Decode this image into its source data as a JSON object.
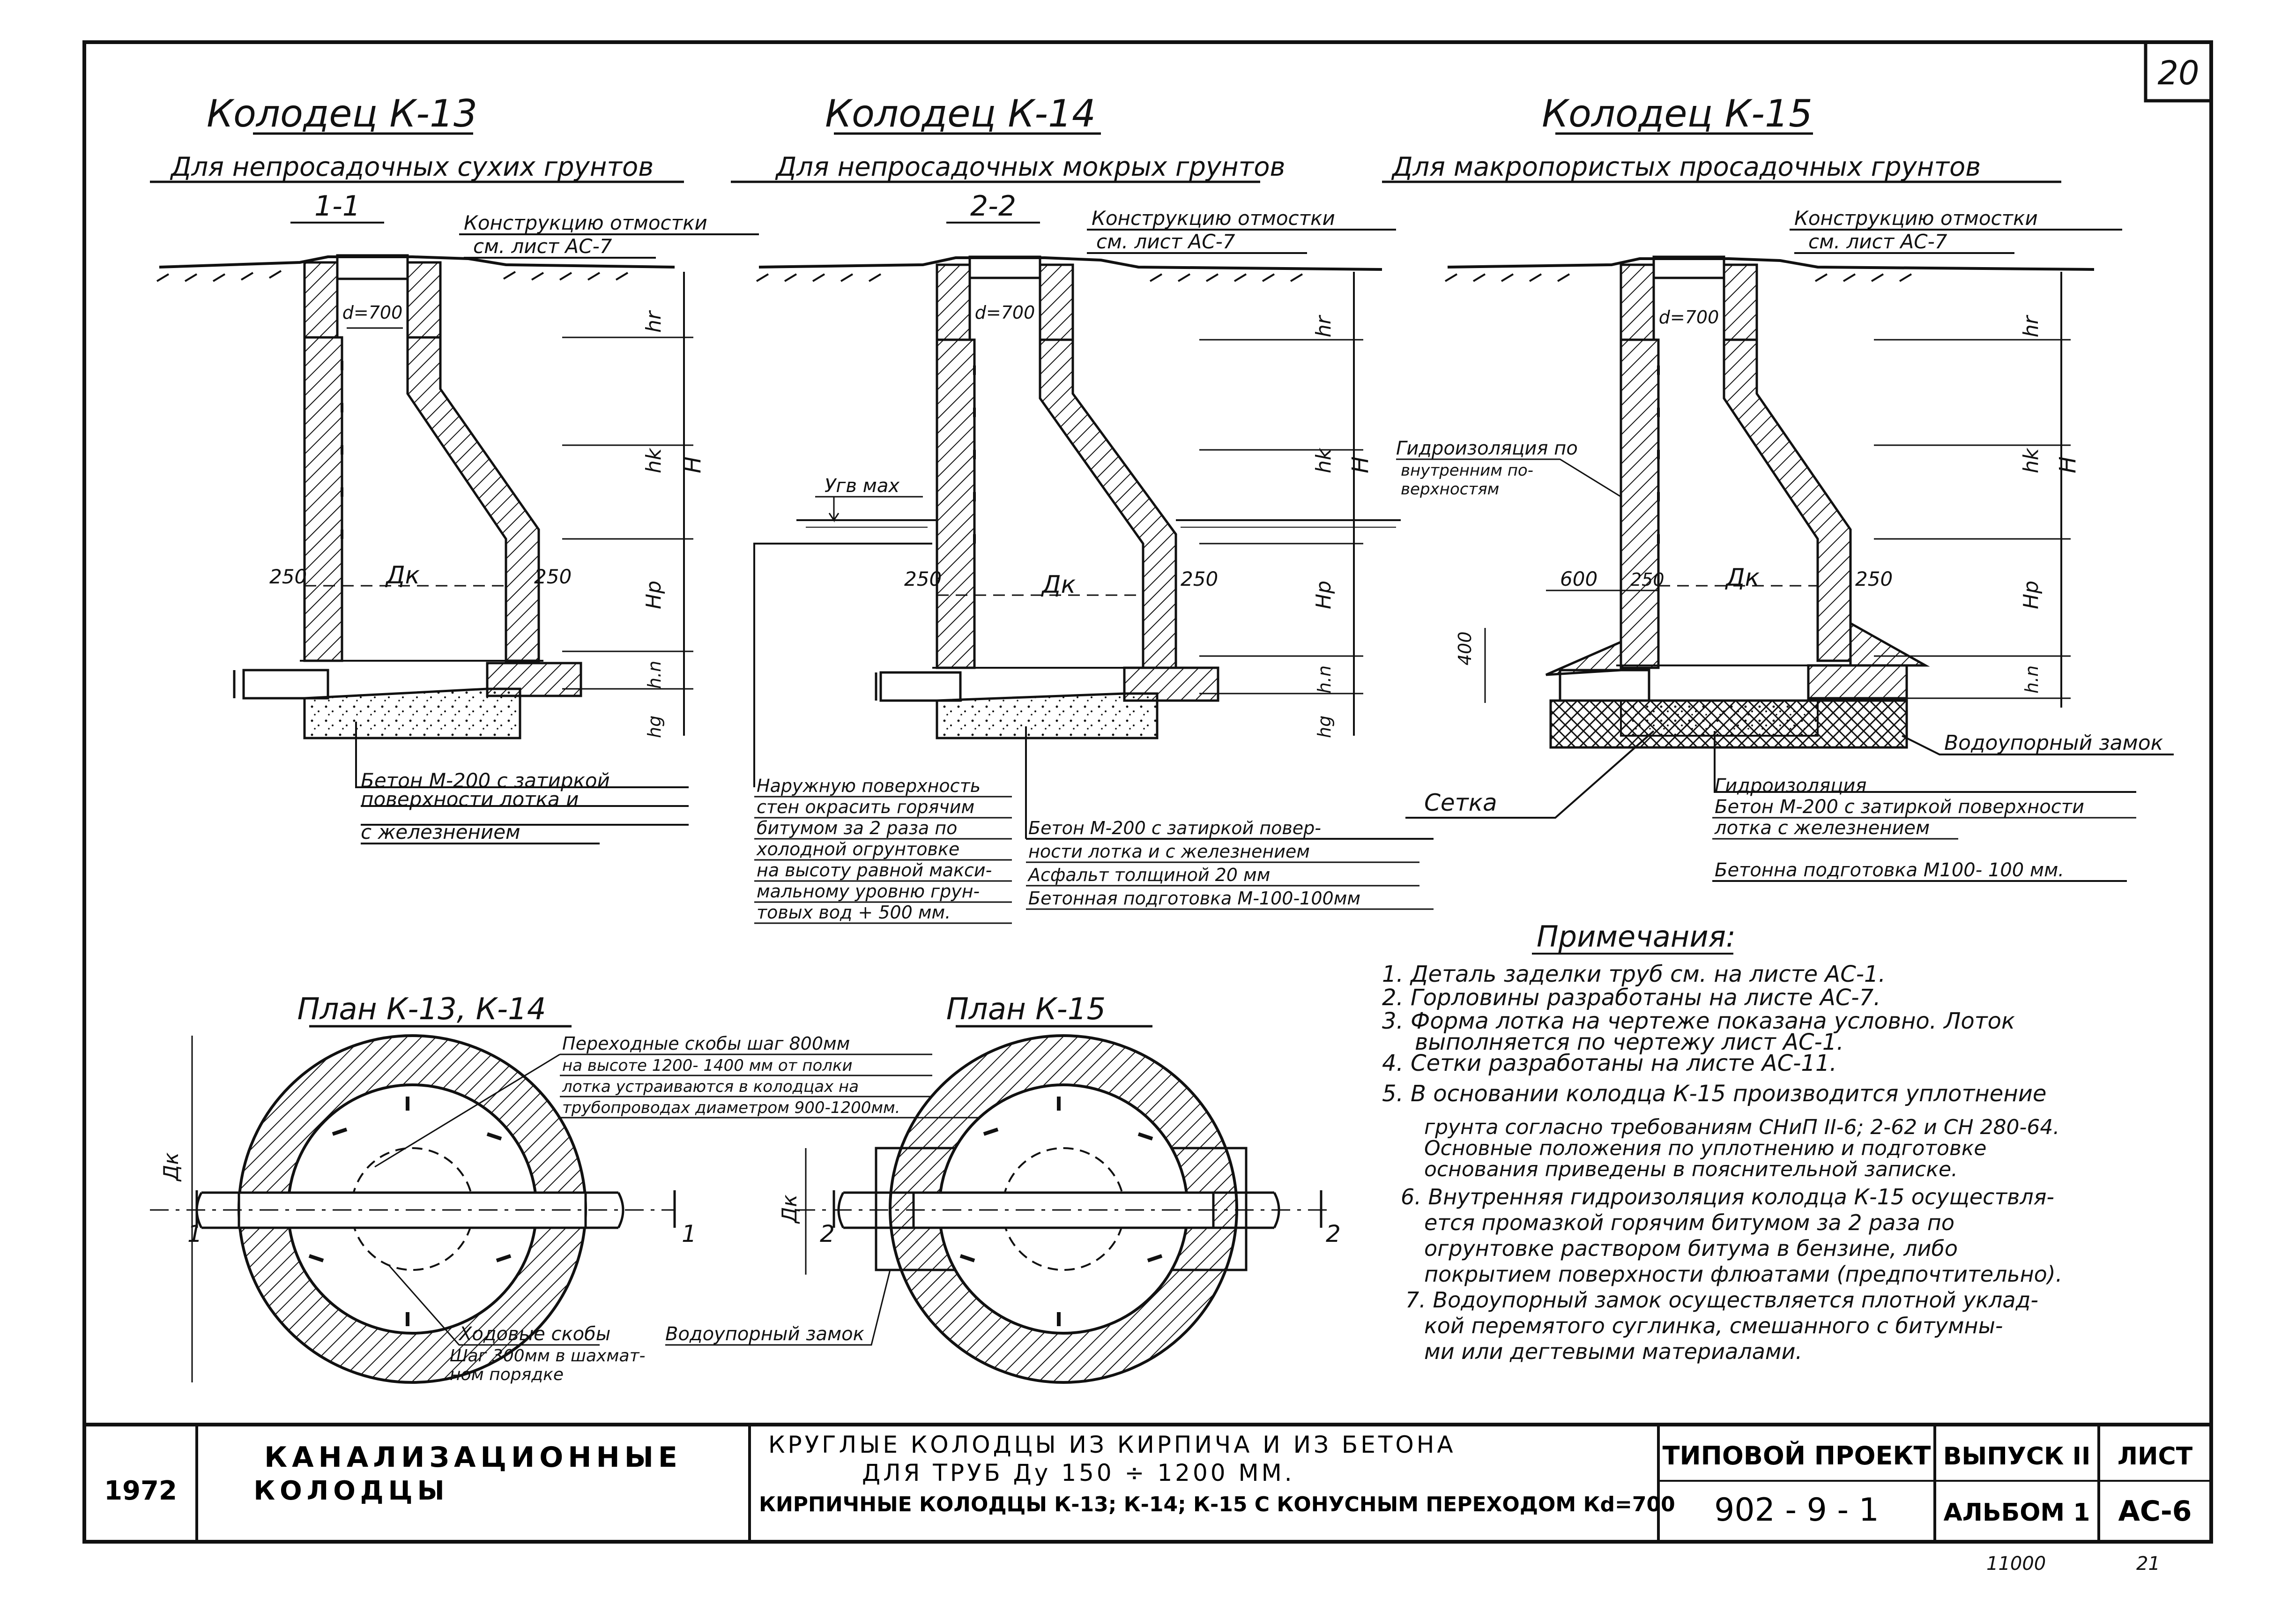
{
  "sheet_number": "20",
  "wells": [
    {
      "title": "Колодец К-13",
      "subtitle": "Для непросадочных сухих грунтов",
      "section": "1-1",
      "ground_note": [
        "Конструкцию отмостки",
        "см. лист АС-7"
      ]
    },
    {
      "title": "Колодец К-14",
      "subtitle": "Для непросадочных мокрых грунтов",
      "section": "2-2",
      "ground_note": [
        "Конструкцию отмостки",
        "см. лист АС-7"
      ]
    },
    {
      "title": "Колодец К-15",
      "subtitle": "Для макропористых просадочных грунтов",
      "section": "",
      "ground_note": [
        "Конструкцию отмостки",
        "см. лист АС-7"
      ]
    }
  ],
  "dims": {
    "d700": "d=700",
    "wall_250": "250",
    "dk": "Дк",
    "d600": "600",
    "d400": "400",
    "hr": "hr",
    "hk": "hk",
    "H": "H",
    "hp": "Hp",
    "hn": "h.n",
    "hg": "hg",
    "ugv": "Угв мах"
  },
  "labels": {
    "k13_concrete": [
      "Бетон М-200 с затиркой",
      "поверхности лотка и",
      "с железнением"
    ],
    "k14_outer": [
      "Наружную поверхность",
      "стен окрасить горячим",
      "битумом за 2 раза по",
      "холодной огрунтовке",
      "на высоту равной макси-",
      "мальному уровню грун-",
      "товых вод + 500 мм."
    ],
    "k14_concrete": [
      "Бетон М-200 с затиркой повер-",
      "ности лотка и с железнением",
      "Асфальт толщиной 20 мм",
      "Бетонная подготовка М-100-100мм"
    ],
    "k15_waterproof_inner": [
      "Гидроизоляция по",
      "внутренним по-",
      "верхностям"
    ],
    "k15_lock": "Водоупорный замок",
    "k15_grid": "Сетка",
    "k15_bottom": [
      "Гидроизоляция",
      "Бетон М-200 с затиркой поверхности",
      "лотка с железнением"
    ],
    "k15_prep": "Бетонна подготовка М100- 100 мм."
  },
  "plans": {
    "plan1_title": "План К-13, К-14",
    "plan2_title": "План К-15",
    "cut1": "1",
    "cut2": "2",
    "dk": "Дк",
    "ladder_note": [
      "Переходные скобы шаг 800мм",
      "на высоте 1200- 1400 мм от полки",
      "лотка устраиваются в колодцах на",
      "трубопроводах диаметром 900-1200мм."
    ],
    "steps_note": [
      "Ходовые скобы",
      "Шаг 300мм в шахмат-",
      "ном порядке"
    ],
    "lock_note": "Водоупорный замок"
  },
  "notes": {
    "title": "Примечания:",
    "items": [
      "1. Деталь заделки труб см. на листе АС-1.",
      "2. Горловины разработаны на листе АС-7.",
      "3. Форма лотка на чертеже показана условно. Лоток",
      "выполняется по чертежу лист АС-1.",
      "4. Сетки разработаны на листе АС-11.",
      "5. В основании колодца К-15 производится уплотнение",
      "грунта согласно требованиям СНиП II-6; 2-62 и СН 280-64.",
      "Основные положения по уплотнению и подготовке",
      "основания приведены в пояснительной записке.",
      "6. Внутренняя гидроизоляция колодца К-15 осуществля-",
      "ется промазкой горячим битумом за 2 раза по",
      "огрунтовке раствором битума в бензине, либо",
      "покрытием поверхности флюатами (предпочтительно).",
      "7. Водоупорный замок осуществляется плотной уклад-",
      "кой перемятого суглинка, смешанного с битумны-",
      "ми или дегтевыми материалами."
    ]
  },
  "title_block": {
    "year": "1972",
    "org": [
      "КАНАЛИЗАЦИОННЫЕ",
      "КОЛОДЦЫ"
    ],
    "desc": [
      "КРУГЛЫЕ КОЛОДЦЫ ИЗ КИРПИЧА И ИЗ БЕТОНА",
      "ДЛЯ ТРУБ Ду 150 ÷ 1200 ММ.",
      "КИРПИЧНЫЕ КОЛОДЦЫ К-13; К-14; К-15 С КОНУСНЫМ ПЕРЕХОДОМ Кd=700"
    ],
    "project_label": "ТИПОВОЙ ПРОЕКТ",
    "project": "902 - 9 - 1",
    "issue_label": "ВЫПУСК II",
    "album": "АЛЬБОМ 1",
    "sheet_label": "ЛИСТ",
    "sheet": "АС-6",
    "footer_left": "11000",
    "footer_right": "21"
  }
}
